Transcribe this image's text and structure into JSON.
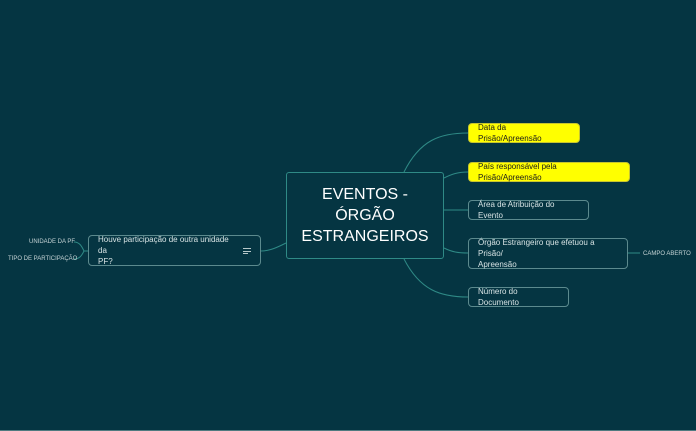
{
  "colors": {
    "background": "#053542",
    "connector": "#2f8a86",
    "highlight": "#ffff00",
    "node_border": "#5c8a8e",
    "text": "#d7e3e4"
  },
  "central_topic": {
    "line1": "EVENTOS -",
    "line2": "ÓRGÃO",
    "line3": "ESTRANGEIROS"
  },
  "right_branches": [
    {
      "label": "Data da Prisão/Apreensão",
      "highlighted": true
    },
    {
      "label": "País responsável pela Prisão/Apreensão",
      "highlighted": true
    },
    {
      "label": "Área de Atribuição do Evento",
      "highlighted": false
    },
    {
      "label_line1": "Órgão Estrangeiro que efetuou a Prisão/",
      "label_line2": "Apreensão",
      "highlighted": false,
      "child": "CAMPO ABERTO"
    },
    {
      "label": "Número do Documento",
      "highlighted": false
    }
  ],
  "left_branches": [
    {
      "label_line1": "Houve participação de outra unidade da",
      "label_line2": "PF?",
      "icon": "notes-icon",
      "children": [
        "UNIDADE DA PF",
        "TIPO DE PARTICIPAÇÃO"
      ]
    }
  ]
}
